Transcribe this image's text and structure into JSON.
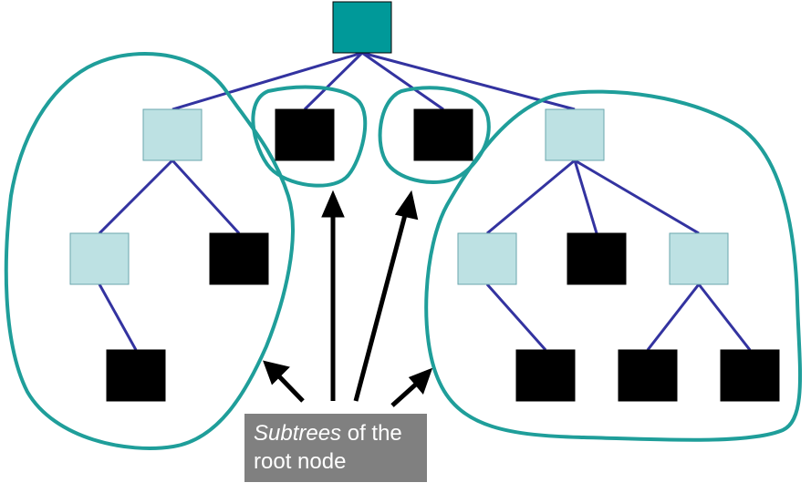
{
  "caption": {
    "emphasis": "Subtrees",
    "rest": " of the root node"
  },
  "colors": {
    "root": "#009999",
    "internal": "#bde1e3",
    "leaf": "#000000",
    "edge": "#3333a0",
    "subtree_outline": "#1f9e9a",
    "arrow": "#000000",
    "caption_bg": "#808080",
    "caption_text": "#ffffff"
  },
  "tree": {
    "nodes": [
      {
        "id": "root",
        "kind": "root"
      },
      {
        "id": "a",
        "kind": "internal"
      },
      {
        "id": "b",
        "kind": "leaf"
      },
      {
        "id": "c",
        "kind": "leaf"
      },
      {
        "id": "d",
        "kind": "internal"
      },
      {
        "id": "a1",
        "kind": "internal"
      },
      {
        "id": "a2",
        "kind": "leaf"
      },
      {
        "id": "a11",
        "kind": "leaf"
      },
      {
        "id": "d1",
        "kind": "internal"
      },
      {
        "id": "d2",
        "kind": "leaf"
      },
      {
        "id": "d3",
        "kind": "internal"
      },
      {
        "id": "d11",
        "kind": "leaf"
      },
      {
        "id": "d31",
        "kind": "leaf"
      },
      {
        "id": "d32",
        "kind": "leaf"
      }
    ],
    "edges": [
      [
        "root",
        "a"
      ],
      [
        "root",
        "b"
      ],
      [
        "root",
        "c"
      ],
      [
        "root",
        "d"
      ],
      [
        "a",
        "a1"
      ],
      [
        "a",
        "a2"
      ],
      [
        "a1",
        "a11"
      ],
      [
        "d",
        "d1"
      ],
      [
        "d",
        "d2"
      ],
      [
        "d",
        "d3"
      ],
      [
        "d1",
        "d11"
      ],
      [
        "d3",
        "d31"
      ],
      [
        "d3",
        "d32"
      ]
    ],
    "subtrees": [
      "a",
      "b",
      "c",
      "d"
    ]
  }
}
